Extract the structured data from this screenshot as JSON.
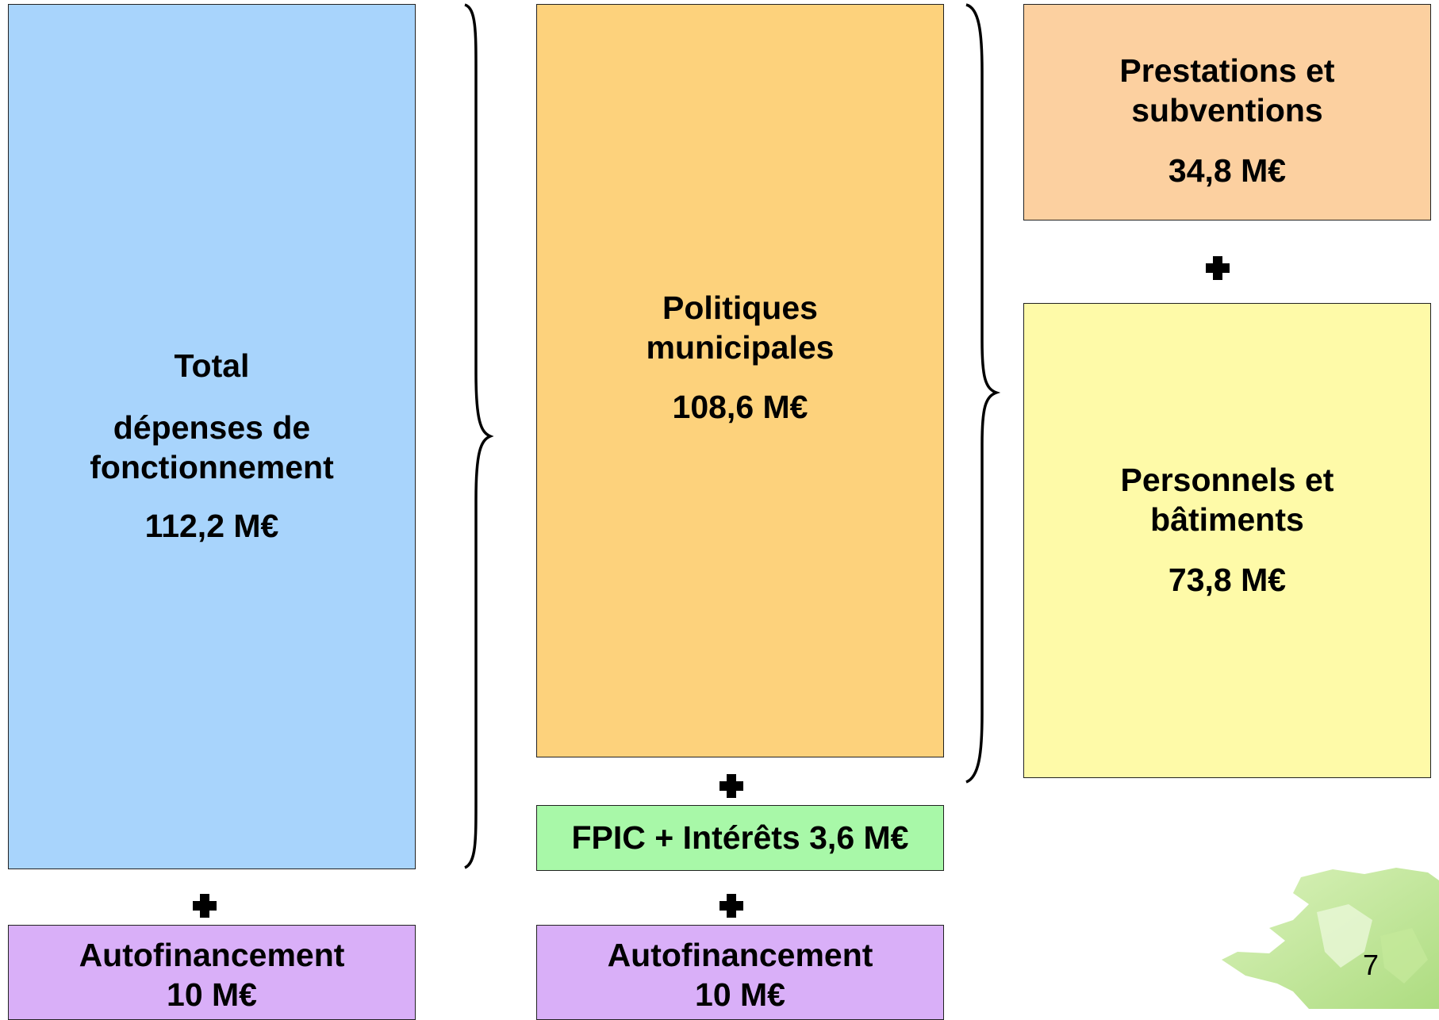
{
  "colors": {
    "total": "#a8d4fc",
    "politiques": "#fdd27c",
    "prestations": "#fcd0a0",
    "personnels": "#fefaa8",
    "fpic": "#a8f8a8",
    "autofinancement": "#d9aff8",
    "logo_green": "#b6e284"
  },
  "total": {
    "line1": "Total",
    "line2": "dépenses de\nfonctionnement",
    "value": "112,2 M€"
  },
  "politiques": {
    "label": "Politiques\nmunicipales",
    "value": "108,6 M€"
  },
  "prestations": {
    "label": "Prestations et\nsubventions",
    "value": "34,8 M€"
  },
  "personnels": {
    "label": "Personnels et\nbâtiments",
    "value": "73,8 M€"
  },
  "fpic": {
    "label": "FPIC + Intérêts 3,6 M€"
  },
  "autofinancement_left": {
    "label": "Autofinancement",
    "value": "10 M€"
  },
  "autofinancement_middle": {
    "label": "Autofinancement",
    "value": "10 M€"
  },
  "plus_icon": "plus-icon",
  "page_number": "7"
}
